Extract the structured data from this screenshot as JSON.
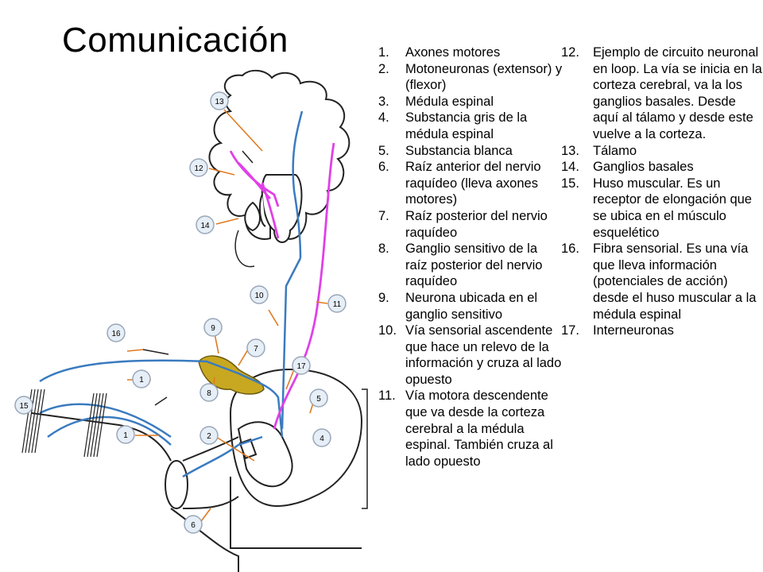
{
  "title": "Comunicación",
  "legend": {
    "col1": [
      {
        "num": "1.",
        "text": "Axones motores"
      },
      {
        "num": "2.",
        "text": "Motoneuronas (extensor) y (flexor)"
      },
      {
        "num": "3.",
        "text": "Médula espinal"
      },
      {
        "num": "4.",
        "text": "Substancia gris de la médula espinal"
      },
      {
        "num": "5.",
        "text": "Substancia blanca"
      },
      {
        "num": "6.",
        "text": "Raíz anterior del nervio raquídeo (lleva axones motores)"
      },
      {
        "num": "7.",
        "text": "Raíz posterior del nervio raquídeo"
      },
      {
        "num": "8.",
        "text": "Ganglio sensitivo de la raíz posterior del nervio raquídeo"
      },
      {
        "num": "9.",
        "text": "Neurona ubicada en el ganglio sensitivo"
      },
      {
        "num": "10.",
        "text": "Vía sensorial ascendente que hace un relevo de la información y cruza al lado opuesto"
      },
      {
        "num": "11.",
        "text": "Vía motora descendente que va desde la corteza cerebral a la médula espinal. También cruza al lado opuesto"
      }
    ],
    "col2": [
      {
        "num": "12.",
        "text": "Ejemplo de circuito neuronal en loop. La vía se inicia en la corteza cerebral, va la los ganglios basales. Desde aquí al tálamo y desde este vuelve a la corteza."
      },
      {
        "num": "13.",
        "text": "Tálamo"
      },
      {
        "num": "14.",
        "text": "Ganglios basales"
      },
      {
        "num": "15.",
        "text": "Huso muscular. Es un receptor de elongación que se ubica en el músculo esquelético"
      },
      {
        "num": "16.",
        "text": "Fibra sensorial. Es una vía que lleva información (potenciales de acción) desde el huso muscular a la médula espinal"
      },
      {
        "num": "17.",
        "text": "Interneuronas"
      }
    ]
  },
  "diagram_labels": [
    "13",
    "12",
    "14",
    "10",
    "11",
    "16",
    "9",
    "7",
    "1",
    "8",
    "17",
    "5",
    "15",
    "1",
    "2",
    "4",
    "6"
  ],
  "colors": {
    "motor": "#e040e8",
    "sensory": "#3a7bbf",
    "label_fill": "#e6eef7",
    "label_stroke": "#9aa7b8",
    "arrow": "#e07a20",
    "ganglion": "#c8a820"
  }
}
